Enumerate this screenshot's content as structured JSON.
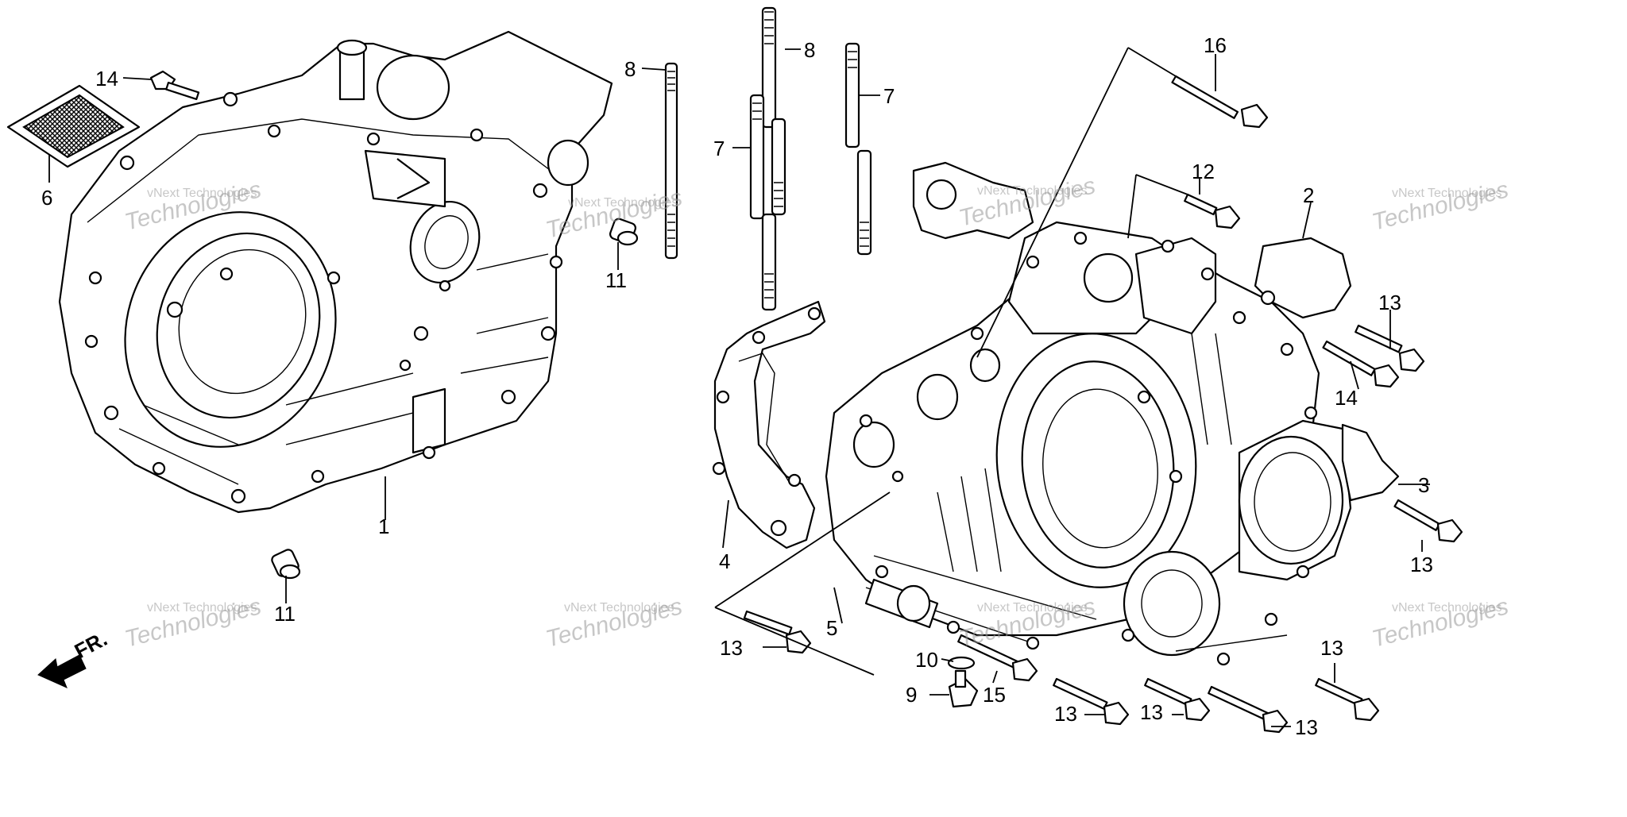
{
  "diagram": {
    "callouts": [
      "14",
      "6",
      "1",
      "11",
      "11",
      "8",
      "8",
      "7",
      "7",
      "4",
      "5",
      "13",
      "16",
      "12",
      "2",
      "13",
      "14",
      "3",
      "13",
      "10",
      "9",
      "15",
      "13",
      "13",
      "13",
      "13"
    ],
    "front_indicator": "FR.",
    "watermark": {
      "line1": "vNext Technologies",
      "line2": "Technologies",
      "line3": "vNext"
    }
  }
}
